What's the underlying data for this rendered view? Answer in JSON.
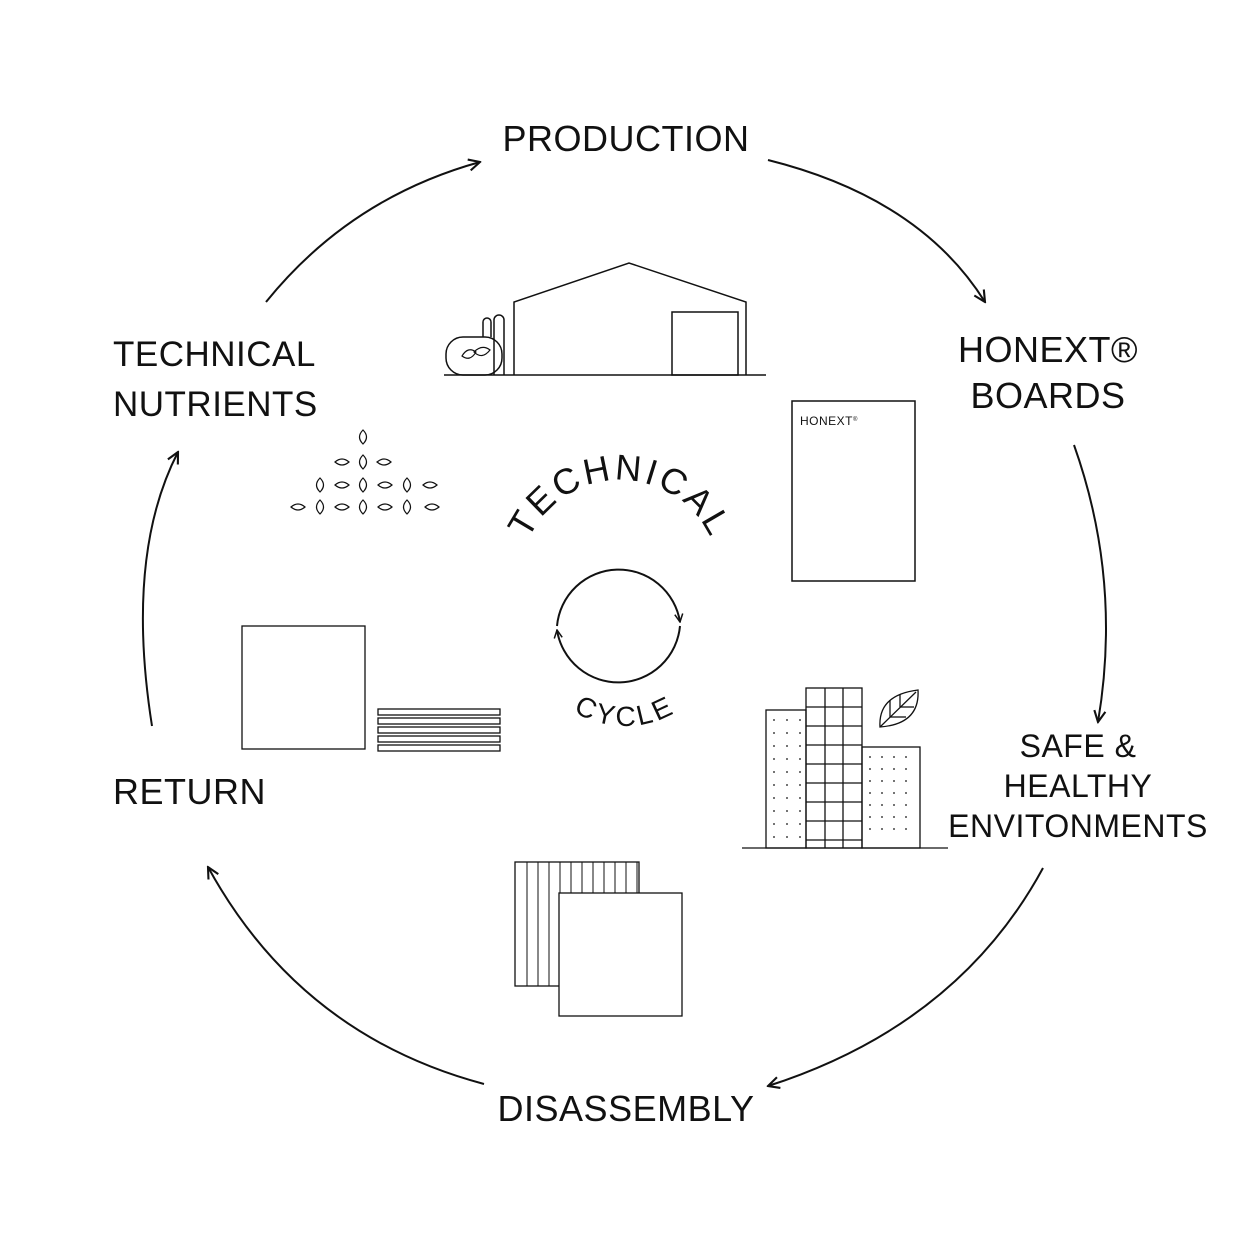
{
  "stages": {
    "production": "PRODUCTION",
    "boards": [
      "HONEXT®",
      "BOARDS"
    ],
    "safe": [
      "SAFE &",
      "HEALTHY",
      "ENVITONMENTS"
    ],
    "disassembly": "DISASSEMBLY",
    "return": "RETURN",
    "nutrients": [
      "TECHNICAL",
      "NUTRIENTS"
    ]
  },
  "center": {
    "top_word": "TECHNICAL",
    "bottom_word": "CYCLE"
  },
  "board_brand": "HONEXT",
  "board_brand_mark": "®",
  "colors": {
    "ink": "#111111",
    "background": "#ffffff"
  }
}
